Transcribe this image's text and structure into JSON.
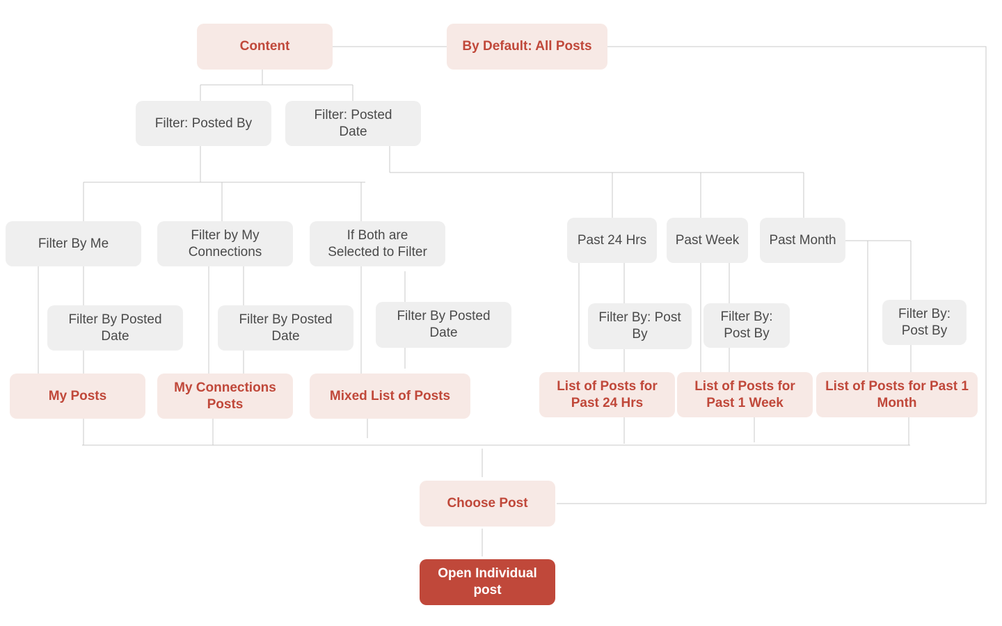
{
  "colors": {
    "line": "#c9c9c9",
    "node_grey": "#efefef",
    "node_peach": "#f7e9e5",
    "accent_red": "#c0483a",
    "text_grey": "#4a4a4a"
  },
  "nodes": {
    "content": "Content",
    "default_all_posts": "By Default: All Posts",
    "filter_posted_by": "Filter: Posted By",
    "filter_posted_date": "Filter: Posted Date",
    "filter_by_me": "Filter By Me",
    "filter_by_connections": "Filter by My Connections",
    "filter_both": "If Both are Selected to Filter",
    "posted_date_me": "Filter By Posted Date",
    "posted_date_connections": "Filter By Posted Date",
    "posted_date_both": "Filter By Posted Date",
    "my_posts": "My Posts",
    "my_connections_posts": "My Connections Posts",
    "mixed_list": "Mixed List of Posts",
    "past_24_hrs": "Past 24 Hrs",
    "past_week": "Past Week",
    "past_month": "Past Month",
    "post_by_24": "Filter By: Post By",
    "post_by_week": "Filter By: Post By",
    "post_by_month": "Filter By: Post By",
    "list_24_hrs": "List of Posts for Past 24 Hrs",
    "list_1_week": "List of Posts for Past 1 Week",
    "list_1_month": "List of Posts for Past 1 Month",
    "choose_post": "Choose Post",
    "open_individual_post": "Open Individual post"
  }
}
